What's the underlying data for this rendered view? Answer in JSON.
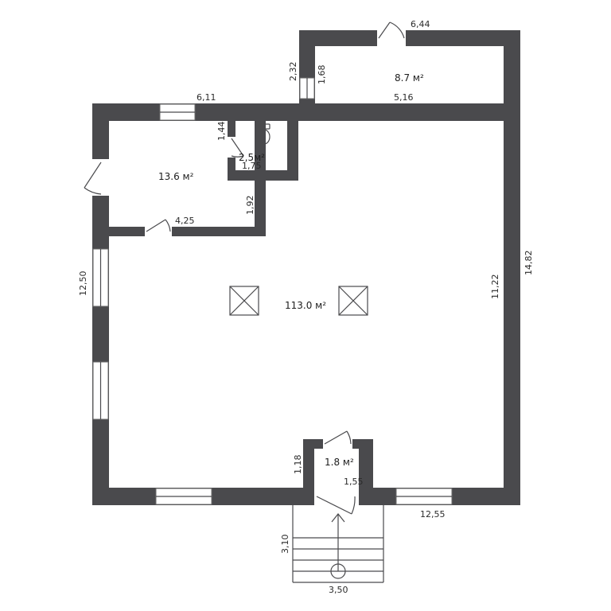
{
  "plan": {
    "rooms": {
      "annex": "8.7 м²",
      "bathroom": "2,5м²",
      "entry_room": "13.6 м²",
      "main_hall": "113.0 м²",
      "vestibule": "1.8 м²"
    },
    "dimensions": {
      "annex_top": "6,44",
      "annex_left_outer": "2,32",
      "annex_left_inner": "1,68",
      "annex_bottom": "5,16",
      "top_left": "6,11",
      "wc_height": "1,44",
      "wc_width": "1,75",
      "partition_vertical": "1,92",
      "partition_horizontal": "4,25",
      "left_wall": "12,50",
      "inner_right": "11,22",
      "outer_right": "14,82",
      "vestibule_height": "1,18",
      "vestibule_width": "1,55",
      "bottom_wall": "12,55",
      "stairs_length": "3,10",
      "stairs_width": "3,50"
    }
  }
}
